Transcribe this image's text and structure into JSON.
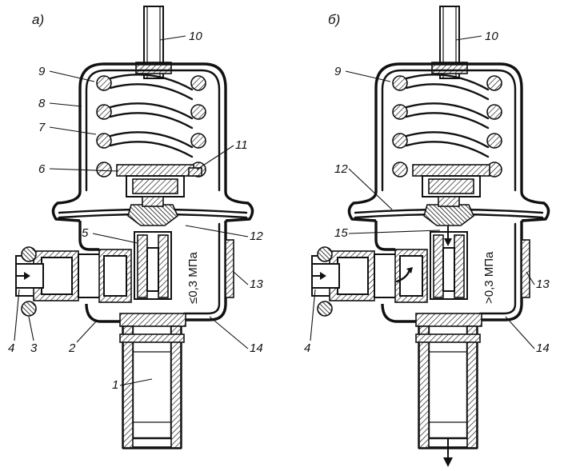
{
  "panels": [
    {
      "id": "a",
      "letter": "а)",
      "pressure": "≤0,3 МПа",
      "labels": {
        "l1": "1",
        "l2": "2",
        "l3": "3",
        "l4": "4",
        "l5": "5",
        "l6": "6",
        "l7": "7",
        "l8": "8",
        "l9": "9",
        "l10": "10",
        "l11": "11",
        "l12": "12",
        "l13": "13",
        "l14": "14"
      }
    },
    {
      "id": "b",
      "letter": "б)",
      "pressure": ">0,3 МПа",
      "labels": {
        "l4": "4",
        "l9": "9",
        "l10": "10",
        "l12": "12",
        "l13": "13",
        "l14": "14",
        "l15": "15"
      }
    }
  ]
}
